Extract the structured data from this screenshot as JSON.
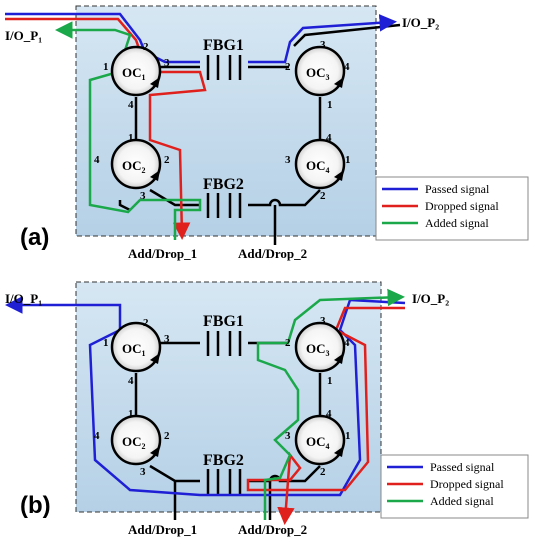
{
  "panels": [
    {
      "id": "a",
      "label": "(a)",
      "io_p1": "I/O_P₁",
      "io_p2": "I/O_P₂",
      "fbg1": "FBG1",
      "fbg2": "FBG2",
      "add_drop_1": "Add/Drop_1",
      "add_drop_2": "Add/Drop_2",
      "circulators": [
        {
          "name": "OC",
          "sub": "1",
          "ports": [
            "1",
            "2",
            "3",
            "4"
          ]
        },
        {
          "name": "OC",
          "sub": "2",
          "ports": [
            "1",
            "2",
            "3",
            "4"
          ]
        },
        {
          "name": "OC",
          "sub": "3",
          "ports": [
            "1",
            "2",
            "3",
            "4"
          ]
        },
        {
          "name": "OC",
          "sub": "4",
          "ports": [
            "1",
            "2",
            "3",
            "4"
          ]
        }
      ],
      "legend": [
        "Passed signal",
        "Dropped signal",
        "Added signal"
      ]
    },
    {
      "id": "b",
      "label": "(b)",
      "io_p1": "I/O_P₁",
      "io_p2": "I/O_P₂",
      "fbg1": "FBG1",
      "fbg2": "FBG2",
      "add_drop_1": "Add/Drop_1",
      "add_drop_2": "Add/Drop_2",
      "circulators": [
        {
          "name": "OC",
          "sub": "1",
          "ports": [
            "1",
            "2",
            "3",
            "4"
          ]
        },
        {
          "name": "OC",
          "sub": "2",
          "ports": [
            "1",
            "2",
            "3",
            "4"
          ]
        },
        {
          "name": "OC",
          "sub": "3",
          "ports": [
            "1",
            "2",
            "3",
            "4"
          ]
        },
        {
          "name": "OC",
          "sub": "4",
          "ports": [
            "1",
            "2",
            "3",
            "4"
          ]
        }
      ],
      "legend": [
        "Passed signal",
        "Dropped signal",
        "Added signal"
      ]
    }
  ],
  "colors": {
    "passed": "#1f1fd6",
    "dropped": "#e0201c",
    "added": "#1aa84a",
    "box_bg": "#c6dcec",
    "wire": "#000000"
  }
}
